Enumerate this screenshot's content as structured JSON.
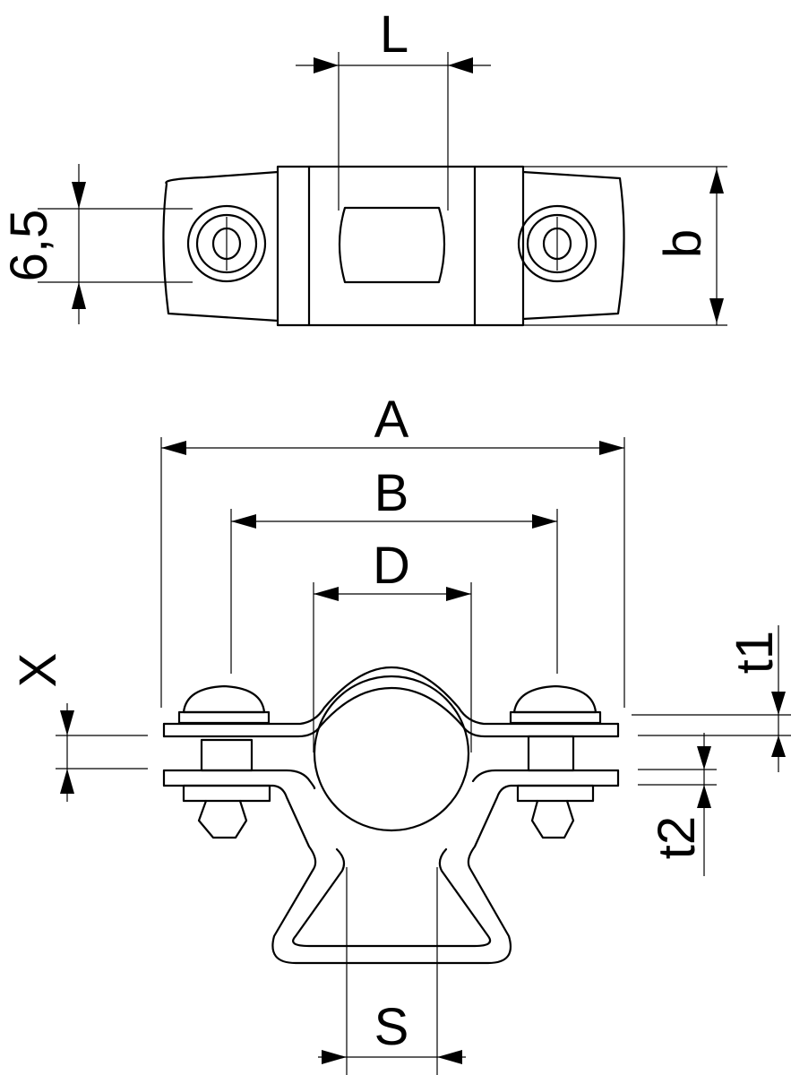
{
  "drawing": {
    "title": "Pipe clamp with spacer – technical dimension drawing",
    "views": [
      "top-view",
      "front-view"
    ],
    "top_view": {
      "dimensions": {
        "L": "L",
        "hole_spacing": "6,5",
        "b": "b"
      }
    },
    "front_view": {
      "dimensions": {
        "A": "A",
        "B": "B",
        "D": "D",
        "X": "X",
        "t1": "t1",
        "t2": "t2",
        "S": "S"
      }
    },
    "colors": {
      "line": "#000000",
      "background": "#ffffff"
    }
  }
}
